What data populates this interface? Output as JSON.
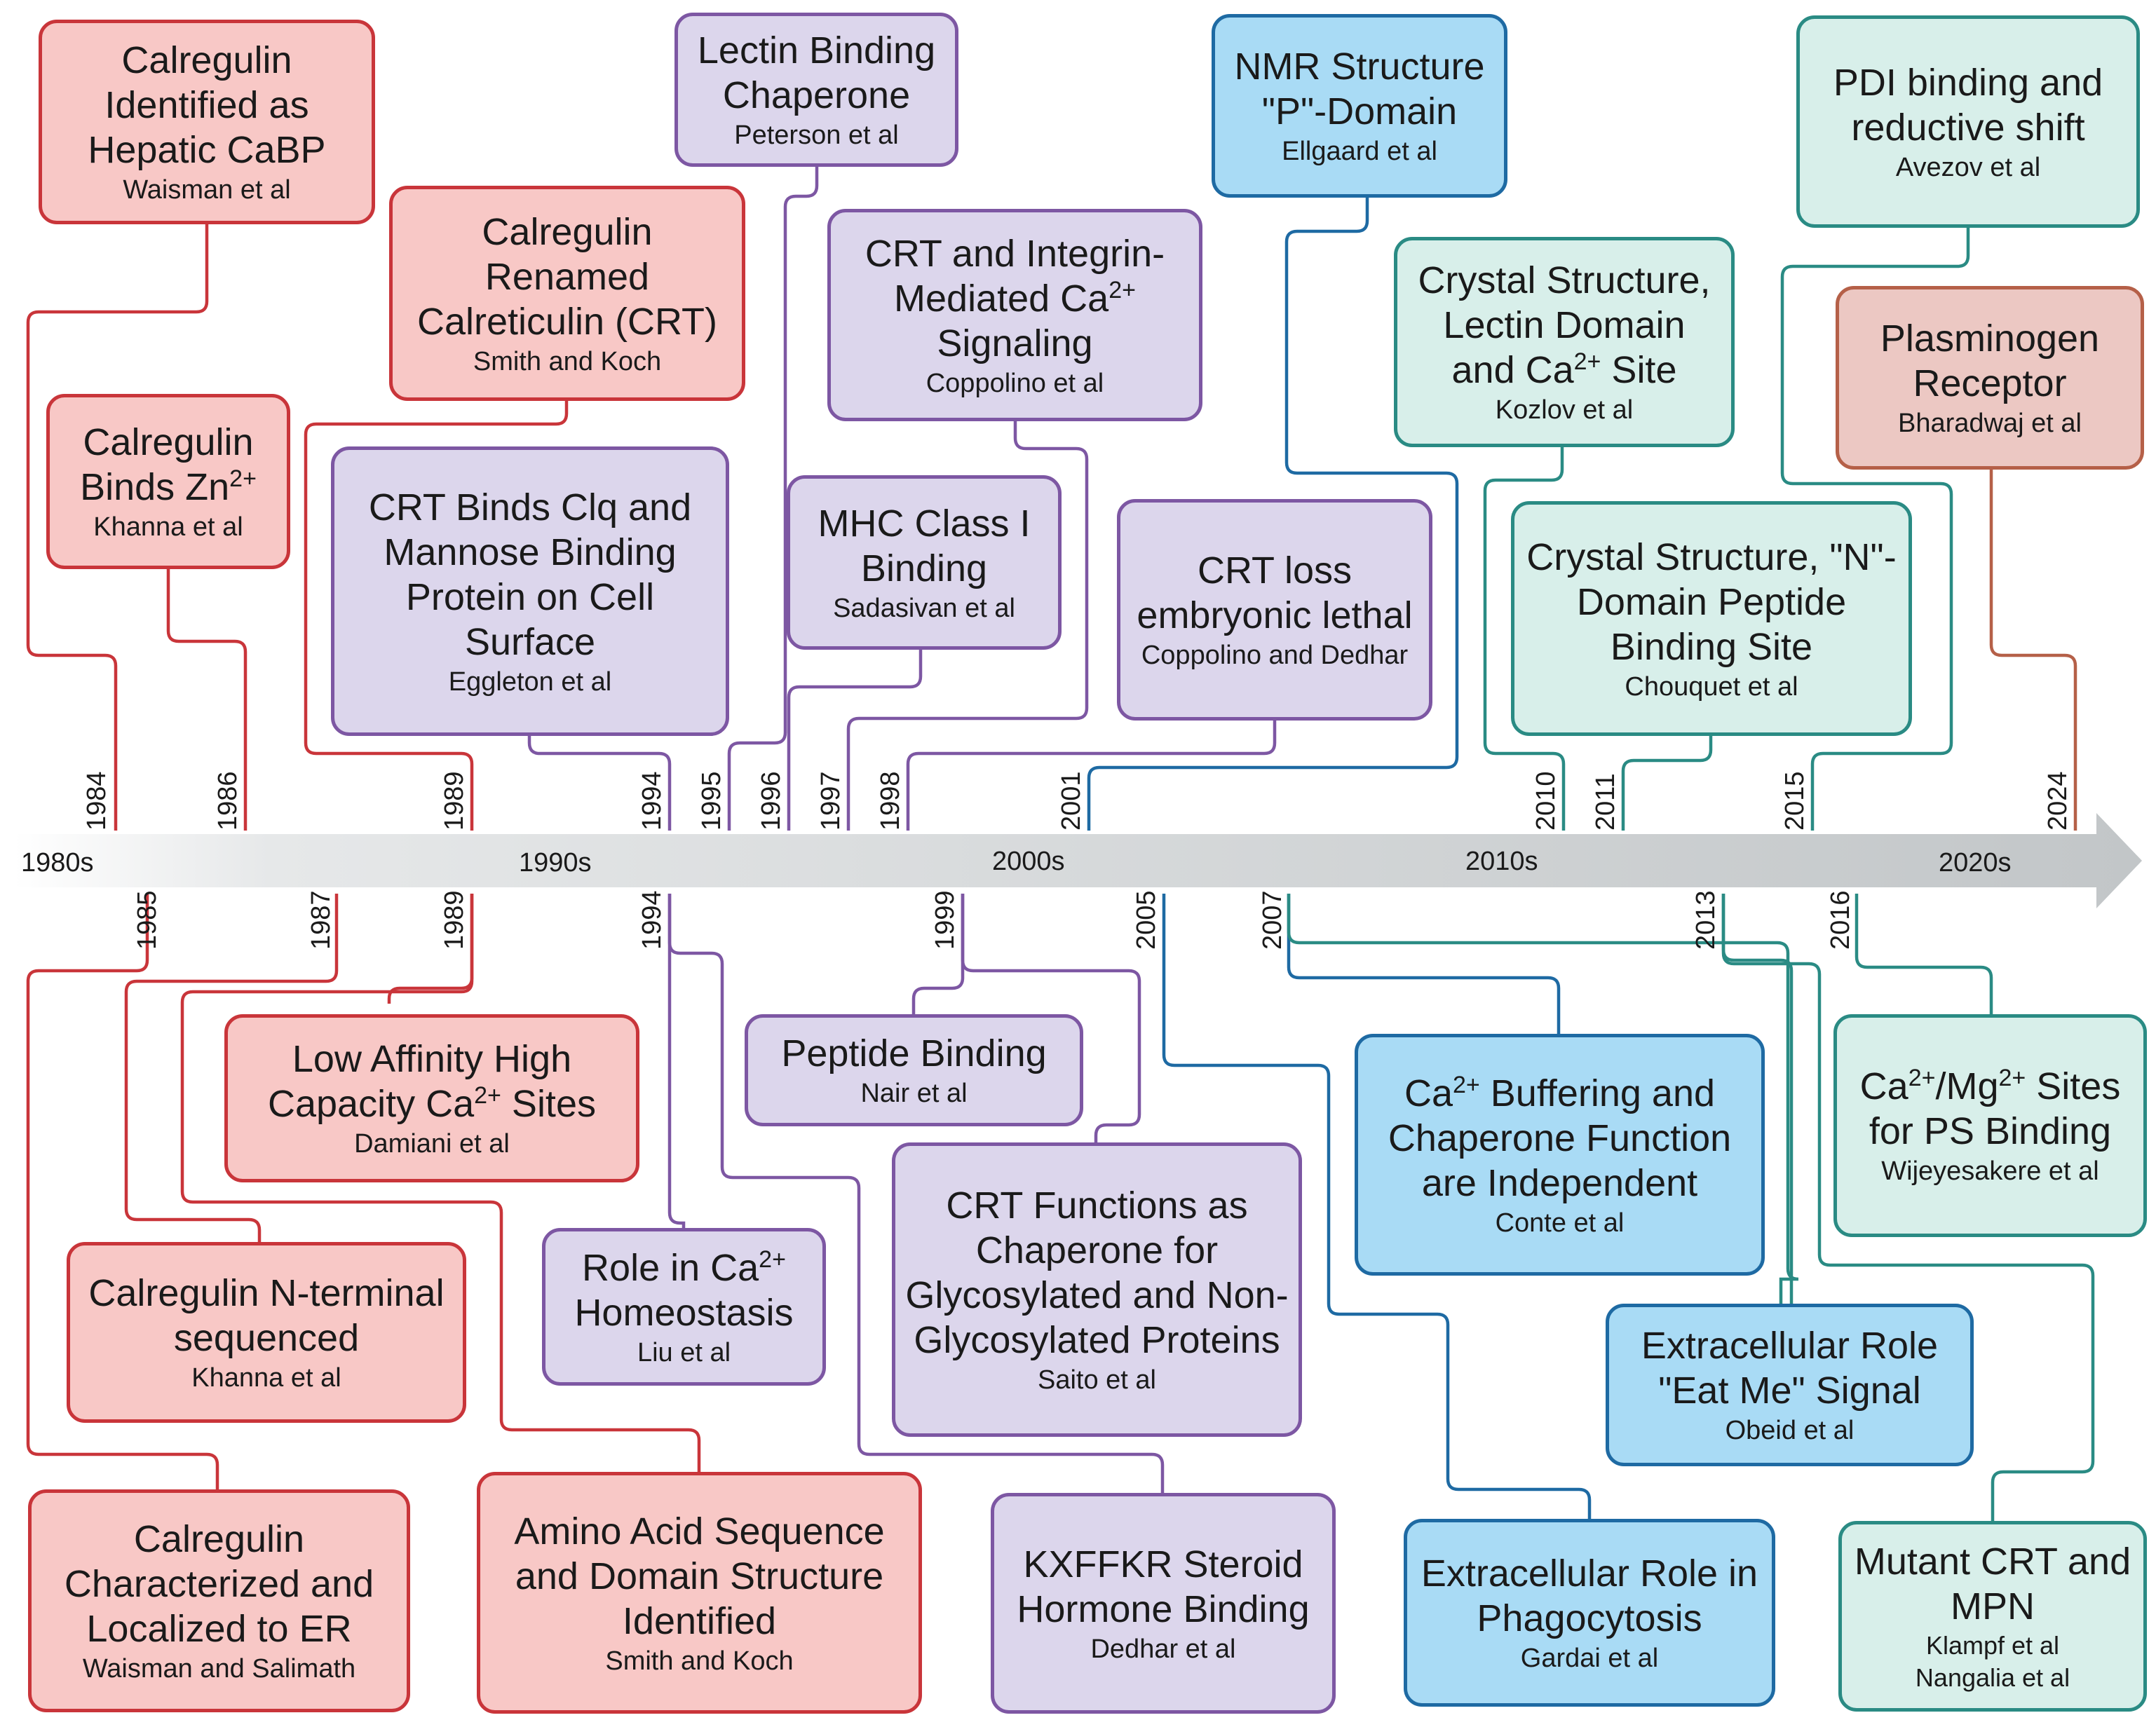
{
  "decades": [
    "1980s",
    "1990s",
    "2000s",
    "2010s",
    "2020s"
  ],
  "years_above": [
    "1984",
    "1986",
    "1989",
    "1994",
    "1995",
    "1996",
    "1997",
    "1998",
    "2001",
    "2010",
    "2011",
    "2015",
    "2024"
  ],
  "years_below": [
    "1985",
    "1987",
    "1989",
    "1994",
    "1999",
    "2005",
    "2007",
    "2013",
    "2016"
  ],
  "colors": {
    "red_fill": "#f8c8c6",
    "red_line": "#c9353a",
    "purple_fill": "#dcd6ec",
    "purple_line": "#7d57a3",
    "blue_fill": "#a9dbf5",
    "blue_line": "#1e6aa3",
    "teal_fill": "#d8efea",
    "teal_line": "#2a8b84",
    "brown_fill": "#ecc8c3",
    "brown_line": "#b56048",
    "axis": "#c8ccce"
  },
  "events": {
    "hepatic_cabp": {
      "title": "Calregulin Identified as Hepatic CaBP",
      "author": "Waisman et al"
    },
    "binds_zn": {
      "title": "Calregulin Binds Zn",
      "sup": "2+",
      "author": "Khanna et al"
    },
    "renamed_crt": {
      "title": "Calregulin Renamed Calreticulin (CRT)",
      "author": "Smith and Koch"
    },
    "clq_mannose": {
      "title": "CRT Binds Clq and Mannose Binding Protein on Cell Surface",
      "author": "Eggleton et al"
    },
    "lectin_chaperone": {
      "title": "Lectin Binding Chaperone",
      "author": "Peterson et al"
    },
    "integrin": {
      "title_a": "CRT and Integrin-Mediated Ca",
      "sup": "2+",
      "title_b": "Signaling",
      "author": "Coppolino et al"
    },
    "mhc": {
      "title": "MHC Class I Binding",
      "author": "Sadasivan et al"
    },
    "embryonic": {
      "title": "CRT loss embryonic lethal",
      "author": "Coppolino and Dedhar"
    },
    "nmr": {
      "title": "NMR Structure \"P\"-Domain",
      "author": "Ellgaard et al"
    },
    "crystal_lectin": {
      "title_a": "Crystal Structure, Lectin Domain and Ca",
      "sup": "2+",
      "title_b": "Site",
      "author": "Kozlov et al"
    },
    "crystal_n": {
      "title": "Crystal Structure, \"N\"-Domain Peptide Binding Site",
      "author": "Chouquet et al"
    },
    "pdi": {
      "title": "PDI binding and reductive shift",
      "author": "Avezov et al"
    },
    "plasminogen": {
      "title": "Plasminogen Receptor",
      "author": "Bharadwaj et al"
    },
    "low_affinity": {
      "title_a": "Low Affinity High Capacity Ca",
      "sup": "2+",
      "title_b": "Sites",
      "author": "Damiani et al"
    },
    "n_terminal": {
      "title": "Calregulin N-terminal sequenced",
      "author": "Khanna et al"
    },
    "localized_er": {
      "title": "Calregulin Characterized and Localized to ER",
      "author": "Waisman and Salimath"
    },
    "homeostasis": {
      "title_a": "Role in Ca",
      "sup": "2+",
      "title_b": "Homeostasis",
      "author": "Liu et al"
    },
    "amino_acid": {
      "title": "Amino Acid Sequence and Domain Structure Identified",
      "author": "Smith and Koch"
    },
    "peptide": {
      "title": "Peptide Binding",
      "author": "Nair et al"
    },
    "chaperone_glyco": {
      "title": "CRT Functions as Chaperone for Glycosylated and Non-Glycosylated Proteins",
      "author": "Saito et al"
    },
    "kxffkr": {
      "title": "KXFFKR Steroid Hormone Binding",
      "author": "Dedhar et al"
    },
    "buffering": {
      "title_a": "Ca",
      "sup": "2+",
      "title_b": "Buffering and Chaperone Function are Independent",
      "author": "Conte et al"
    },
    "eat_me": {
      "title": "Extracellular Role \"Eat Me\" Signal",
      "author": "Obeid et al"
    },
    "phagocytosis": {
      "title": "Extracellular Role in Phagocytosis",
      "author": "Gardai et al"
    },
    "ps_binding": {
      "title_a": "Ca",
      "sup_a": "2+",
      "title_mid": "/Mg",
      "sup_b": "2+",
      "title_b": "Sites for PS Binding",
      "author": "Wijeyesakere et al"
    },
    "mpn": {
      "title": "Mutant CRT and MPN",
      "author_1": "Klampf et al",
      "author_2": "Nangalia et al"
    }
  }
}
